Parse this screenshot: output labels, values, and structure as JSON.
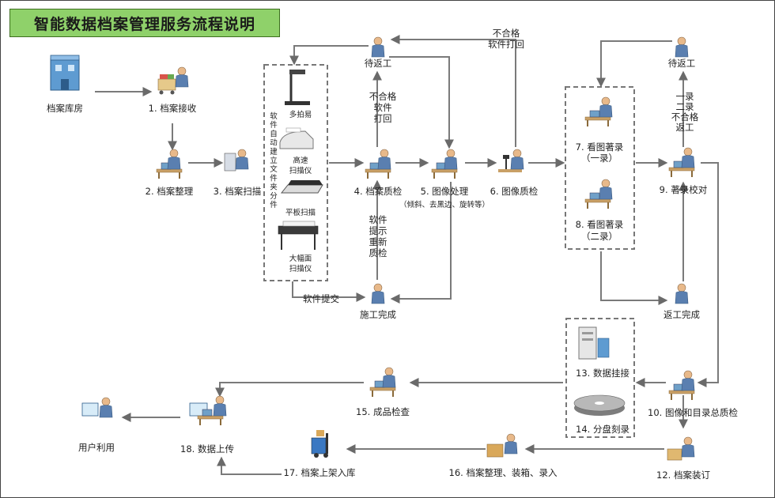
{
  "title": "智能数据档案管理服务流程说明",
  "nodes": {
    "warehouse": "档案库房",
    "receive": "1. 档案接收",
    "organize": "2. 档案整理",
    "scan": "3. 档案扫描",
    "quality": "4. 档案质检",
    "image_proc": "5. 图像处理",
    "image_proc_note": "（倾斜、去黑边、旋转等）",
    "image_qc": "6. 图像质检",
    "view1_a": "7. 看图著录",
    "view1_b": "（一录）",
    "view2_a": "8. 看图著录",
    "view2_b": "（二录）",
    "proof": "9. 著录校对",
    "total_qc": "10. 图像和目录总质检",
    "binding": "12. 档案装订",
    "mount": "13. 数据挂接",
    "disc": "14. 分盘刻录",
    "product_check": "15. 成品检查",
    "pack": "16. 档案整理、装箱、录入",
    "shelve": "17. 档案上架入库",
    "upload": "18. 数据上传",
    "user": "用户利用",
    "rework_left": "待返工",
    "rework_right": "待返工",
    "construction_done": "施工完成",
    "rework_done": "返工完成"
  },
  "devices": {
    "multi": "多拍易",
    "highspeed_a": "高速",
    "highspeed_b": "扫描仪",
    "flatbed": "平板扫描",
    "large_a": "大幅面",
    "large_b": "扫描仪",
    "vertical_label": [
      "软",
      "件",
      "自",
      "动",
      "建",
      "立",
      "文",
      "件",
      "夹",
      "分",
      "件"
    ]
  },
  "edge_labels": {
    "reject_software_top": [
      "不合格",
      "软件打回"
    ],
    "reject_software_mid": [
      "不合格",
      "软件",
      "打回"
    ],
    "software_prompt": [
      "软件",
      "提示",
      "重新",
      "质检"
    ],
    "software_submit": "软件提交",
    "proof_reject": [
      "一录",
      "二录",
      "不合格",
      "返工"
    ]
  }
}
